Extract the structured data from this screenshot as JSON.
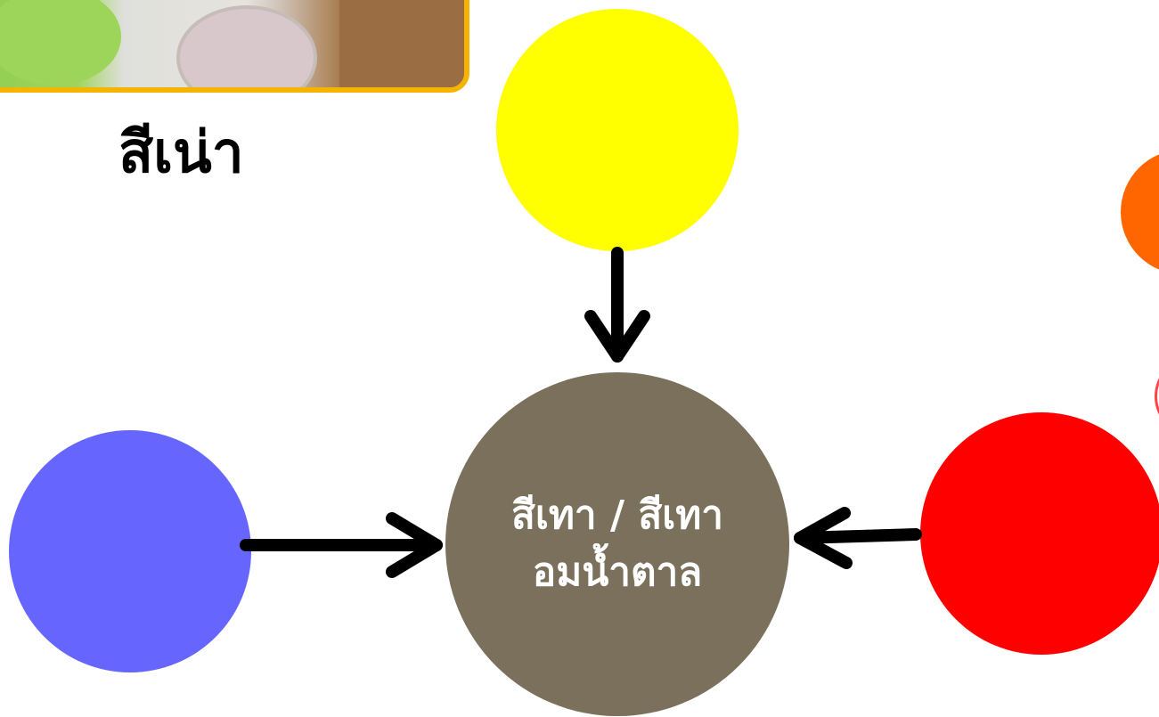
{
  "title": "สีเน่า",
  "result": {
    "line1": "สีเทา / สีเทา",
    "line2": "อมน้ำตาล",
    "color": "#7a705c"
  },
  "inputs": {
    "yellow": "#ffff00",
    "blue": "#6666ff",
    "red": "#ff0000",
    "orange": "#ff6600"
  },
  "photo_frame_color": "#f5b400",
  "arrow_color": "#000000"
}
